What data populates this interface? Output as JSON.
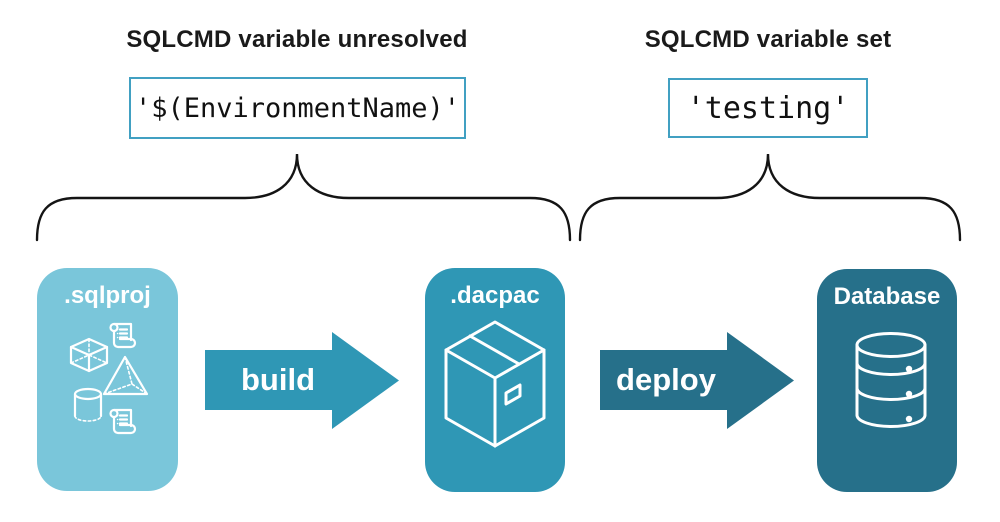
{
  "sections": {
    "unresolved": {
      "heading": "SQLCMD variable unresolved",
      "code": "'$(EnvironmentName)'"
    },
    "set": {
      "heading": "SQLCMD variable set",
      "code": "'testing'"
    }
  },
  "pipeline": {
    "nodes": [
      {
        "id": "sqlproj",
        "label": ".sqlproj",
        "color": "#7AC6DA",
        "icons": [
          "scroll-icon",
          "cube-icon",
          "pyramid-icon",
          "cylinder-icon",
          "scroll-icon"
        ]
      },
      {
        "id": "dacpac",
        "label": ".dacpac",
        "color": "#2F97B5",
        "icons": [
          "package-box-icon"
        ]
      },
      {
        "id": "database",
        "label": "Database",
        "color": "#26708A",
        "icons": [
          "database-cylinder-icon"
        ]
      }
    ],
    "arrows": [
      {
        "label": "build",
        "color": "#2F97B5"
      },
      {
        "label": "deploy",
        "color": "#26708A"
      }
    ]
  },
  "colors": {
    "background": "#FFFFFF",
    "code_box_border": "#41A0C2",
    "heading_text": "#1A1A1A",
    "brace_stroke": "#141414",
    "icon_stroke": "#FFFFFF",
    "node_sqlproj": "#7AC6DA",
    "node_dacpac": "#2F97B5",
    "node_database": "#26708A"
  }
}
